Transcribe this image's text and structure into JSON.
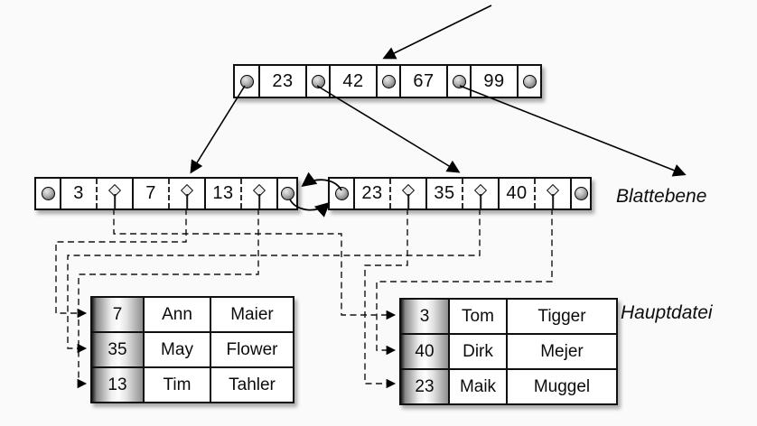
{
  "labels": {
    "leaf_level": "Blattebene",
    "main_file": "Hauptdatei"
  },
  "root_node": {
    "keys": [
      "23",
      "42",
      "67",
      "99"
    ]
  },
  "leaf_nodes": {
    "left": {
      "keys": [
        "3",
        "7",
        "13"
      ]
    },
    "right": {
      "keys": [
        "23",
        "35",
        "40"
      ]
    }
  },
  "main_file": {
    "left_table": {
      "rows": [
        [
          "7",
          "Ann",
          "Maier"
        ],
        [
          "35",
          "May",
          "Flower"
        ],
        [
          "13",
          "Tim",
          "Tahler"
        ]
      ]
    },
    "right_table": {
      "rows": [
        [
          "3",
          "Tom",
          "Tigger"
        ],
        [
          "40",
          "Dirk",
          "Mejer"
        ],
        [
          "23",
          "Maik",
          "Muggel"
        ]
      ]
    }
  },
  "icons": {
    "pointer": "pointer-circle-icon",
    "record_reference": "diamond-icon"
  },
  "colors": {
    "background": "#fafafa",
    "stroke": "#000000",
    "node_fill": "#ffffff",
    "key_column_gradient_edge": "#1c1c1c"
  }
}
